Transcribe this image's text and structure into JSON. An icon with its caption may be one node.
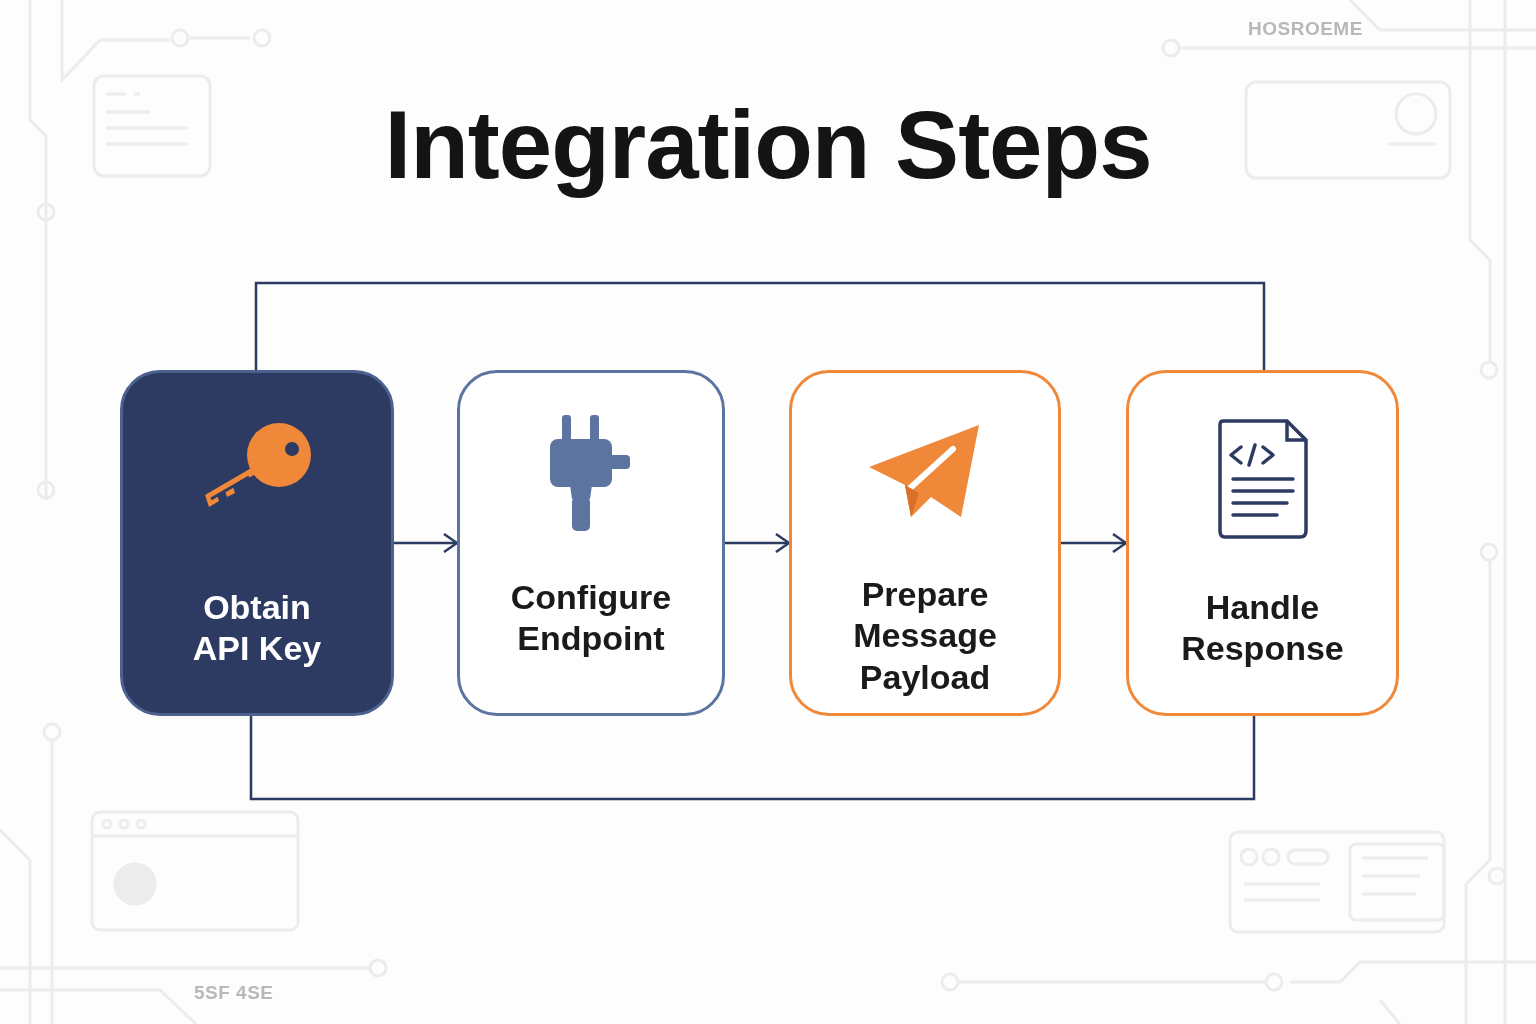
{
  "diagram": {
    "title": "Integration Steps",
    "nodes": [
      {
        "text": [
          "Obtain API Key"
        ]
      },
      {
        "text": [
          "Configure Endpoint"
        ]
      },
      {
        "text": [
          "Prepare Message Payload"
        ]
      },
      {
        "text": [
          "Handle Response"
        ]
      }
    ],
    "edges": [
      {
        "from": 0,
        "to": 1,
        "arrow": "to"
      },
      {
        "from": 1,
        "to": 2,
        "arrow": "to"
      },
      {
        "from": 2,
        "to": 3,
        "arrow": "to"
      },
      {
        "from": 0,
        "to": 3,
        "arrow": "none"
      },
      {
        "from": 0,
        "to": 3,
        "arrow": "none"
      }
    ],
    "labels": [
      "HOSROEME",
      "5SF 4SE"
    ]
  }
}
